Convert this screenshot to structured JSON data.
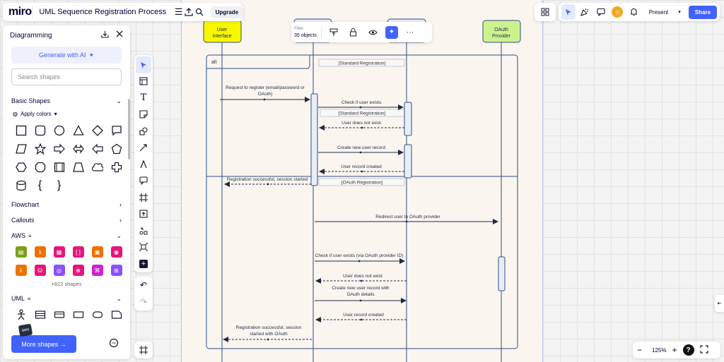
{
  "header": {
    "logo": "miro",
    "board_title": "UML Sequence Registration Process",
    "upgrade_label": "Upgrade",
    "present_label": "Present",
    "share_label": "Share"
  },
  "left_panel": {
    "title": "Diagramming",
    "generate_ai_label": "Generate with AI",
    "search_placeholder": "Search shapes",
    "basic_shapes_label": "Basic Shapes",
    "apply_colors_label": "Apply colors",
    "flowchart_label": "Flowchart",
    "callouts_label": "Callouts",
    "aws_label": "AWS",
    "aws_more": "+822 shapes",
    "uml_label": "UML",
    "more_shapes_label": "More shapes →",
    "aws_icon_colors": [
      "#7aa116",
      "#ed7100",
      "#e7157b",
      "#e7157b",
      "#ed7100",
      "#e7157b",
      "#ed7100",
      "#e7157b",
      "#8c4fff",
      "#e7157b",
      "#c925d1",
      "#8c4fff"
    ]
  },
  "context_toolbar": {
    "filter_label": "Filter",
    "filter_value": "35 objects"
  },
  "zoom": {
    "level": "125%"
  },
  "diagram": {
    "lifelines": {
      "user": "User\nInterface",
      "oauth": "OAuth\nProvider"
    },
    "fragment_label": "alt",
    "guard_standard": "[Standard Registration]",
    "guard_standard_inner": "[Standard Registration]",
    "guard_oauth": "[OAuth Registration]",
    "messages": {
      "m1": "Request to register (email/password or\nOAuth)",
      "m2": "Check if user exists",
      "m3": "User does not exist",
      "m4": "Create new user record",
      "m5": "User record created",
      "m6": "Registration successful, session started",
      "m7": "Redirect user to OAuth provider",
      "m8": "Check if user exists (via OAuth provider ID)",
      "m9": "User does not exist",
      "m10": "Create new user record with\nOAuth details",
      "m11": "User record created",
      "m12": "Registration successful, session\nstarted with OAuth"
    },
    "colors": {
      "lifeline_head": "#f7f700",
      "oauth_head": "#ccf28d",
      "line": "#2f4f7f"
    }
  }
}
